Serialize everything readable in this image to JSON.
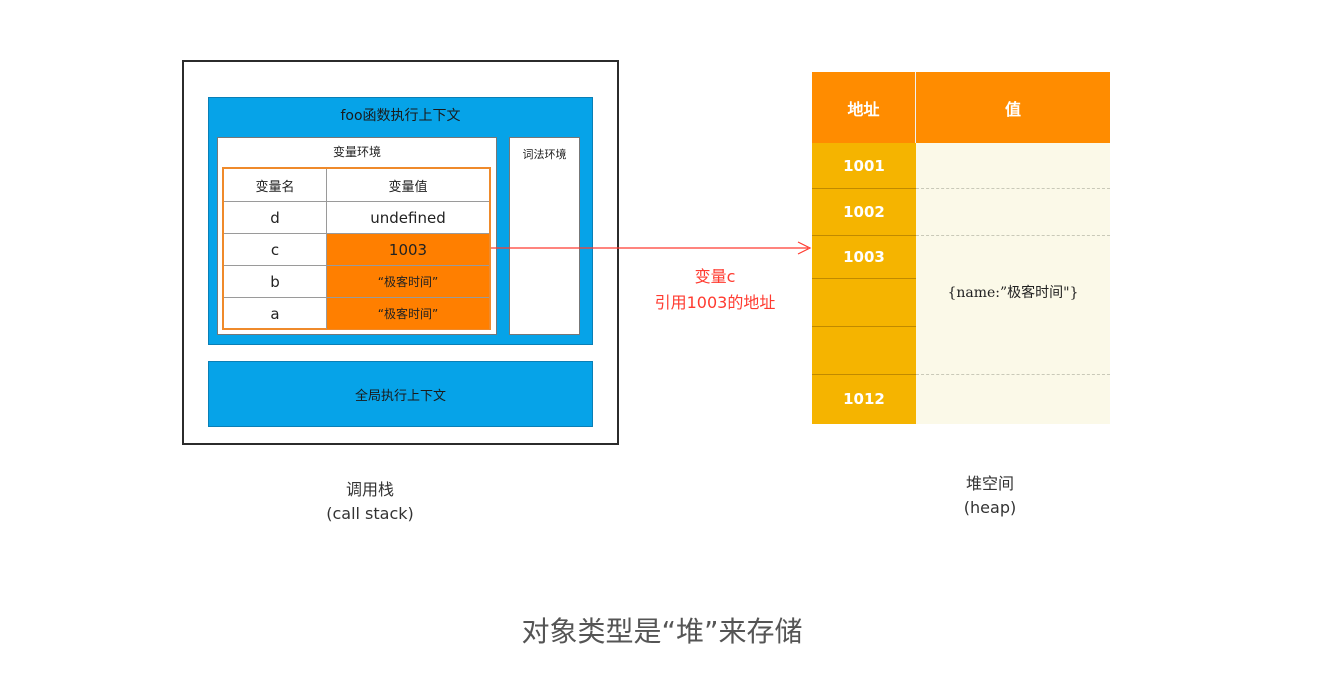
{
  "call_stack": {
    "foo_context_title": "foo函数执行上下文",
    "variable_env_title": "变量环境",
    "lexical_env_title": "词法环境",
    "table_headers": {
      "name": "变量名",
      "value": "变量值"
    },
    "rows": [
      {
        "name": "d",
        "value": "undefined"
      },
      {
        "name": "c",
        "value": "1003"
      },
      {
        "name": "b",
        "value": "“极客时间”"
      },
      {
        "name": "a",
        "value": "“极客时间”"
      }
    ],
    "global_context_title": "全局执行上下文",
    "caption_cn": "调用栈",
    "caption_en": "(call stack)"
  },
  "arrow": {
    "label_line1": "变量c",
    "label_line2": "引用1003的地址",
    "color": "#ff3b30"
  },
  "heap": {
    "headers": {
      "address": "地址",
      "value": "值"
    },
    "addresses": [
      "1001",
      "1002",
      "1003",
      "",
      "",
      "1012"
    ],
    "object_value": "{name:”极客时间\"}",
    "caption_cn": "堆空间",
    "caption_en": "(heap)"
  },
  "main_caption": "对象类型是“堆”来存储",
  "colors": {
    "context_blue": "#06a3e8",
    "orange": "#ff7f00",
    "heap_header": "#ff8c00",
    "heap_address": "#f5b400",
    "heap_value_bg": "#fbf9e8"
  }
}
